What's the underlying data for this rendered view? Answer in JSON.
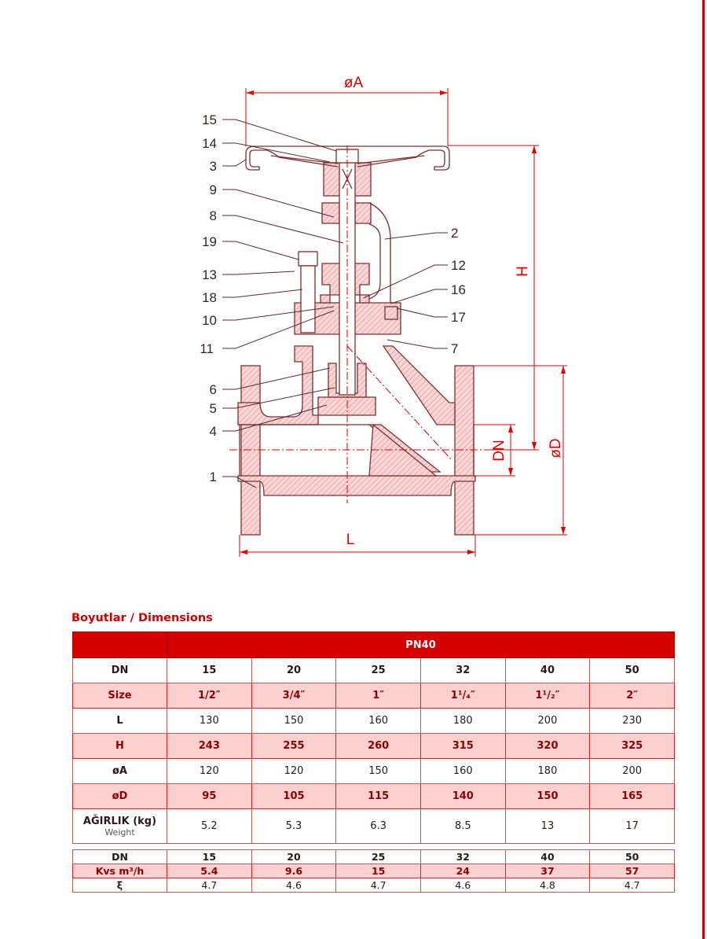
{
  "drawing": {
    "parts_left": [
      "15",
      "14",
      "3",
      "9",
      "8",
      "19",
      "13",
      "18",
      "10",
      "11",
      "6",
      "5",
      "4",
      "1"
    ],
    "parts_right": [
      "2",
      "12",
      "16",
      "17",
      "7"
    ],
    "dims": {
      "A": "øA",
      "H": "H",
      "DN": "DN",
      "D": "øD",
      "L": "L"
    }
  },
  "section_title": "Boyutlar / Dimensions",
  "table1": {
    "pressure": "PN40",
    "rows": [
      {
        "label": "DN",
        "values": [
          "15",
          "20",
          "25",
          "32",
          "40",
          "50"
        ]
      },
      {
        "label": "Size",
        "values": [
          "1/2″",
          "3/4″",
          "1″",
          "1¹/₄″",
          "1¹/₂″",
          "2″"
        ]
      },
      {
        "label": "L",
        "values": [
          "130",
          "150",
          "160",
          "180",
          "200",
          "230"
        ]
      },
      {
        "label": "H",
        "values": [
          "243",
          "255",
          "260",
          "315",
          "320",
          "325"
        ]
      },
      {
        "label": "øA",
        "values": [
          "120",
          "120",
          "150",
          "160",
          "180",
          "200"
        ]
      },
      {
        "label": "øD",
        "values": [
          "95",
          "105",
          "115",
          "140",
          "150",
          "165"
        ]
      }
    ],
    "weight": {
      "label": "AĞIRLIK (kg)",
      "sub": "Weight",
      "values": [
        "5.2",
        "5.3",
        "6.3",
        "8.5",
        "13",
        "17"
      ]
    }
  },
  "table2": {
    "rows": [
      {
        "label": "DN",
        "values": [
          "15",
          "20",
          "25",
          "32",
          "40",
          "50"
        ]
      },
      {
        "label": "Kvs m³/h",
        "values": [
          "5.4",
          "9.6",
          "15",
          "24",
          "37",
          "57"
        ]
      },
      {
        "label": "ξ",
        "values": [
          "4.7",
          "4.6",
          "4.7",
          "4.6",
          "4.8",
          "4.7"
        ]
      }
    ]
  },
  "colors": {
    "accent": "#d40000",
    "pink": "#fdd0d0"
  }
}
